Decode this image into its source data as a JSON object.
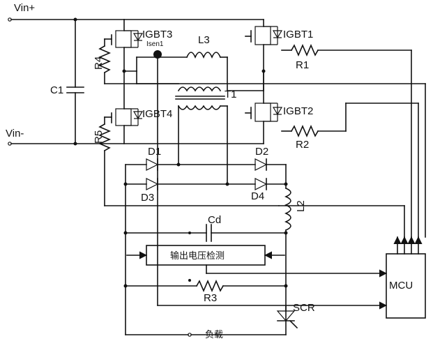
{
  "labels": {
    "vin_plus": "Vin+",
    "vin_minus": "Vin-",
    "c1": "C1",
    "r4": "R4",
    "r5": "R5",
    "igbt3": "IGBT3",
    "igbt4": "IGBT4",
    "igbt1": "IGBT1",
    "igbt2": "IGBT2",
    "isen1": "Isen1",
    "l3": "L3",
    "t1": "T1",
    "r1": "R1",
    "r2": "R2",
    "d1": "D1",
    "d2": "D2",
    "d3": "D3",
    "d4": "D4",
    "l2": "L2",
    "cd": "Cd",
    "output_voltage_detect": "输出电压检测",
    "r3": "R3",
    "scr": "SCR",
    "mcu": "MCU",
    "load": "负载"
  }
}
